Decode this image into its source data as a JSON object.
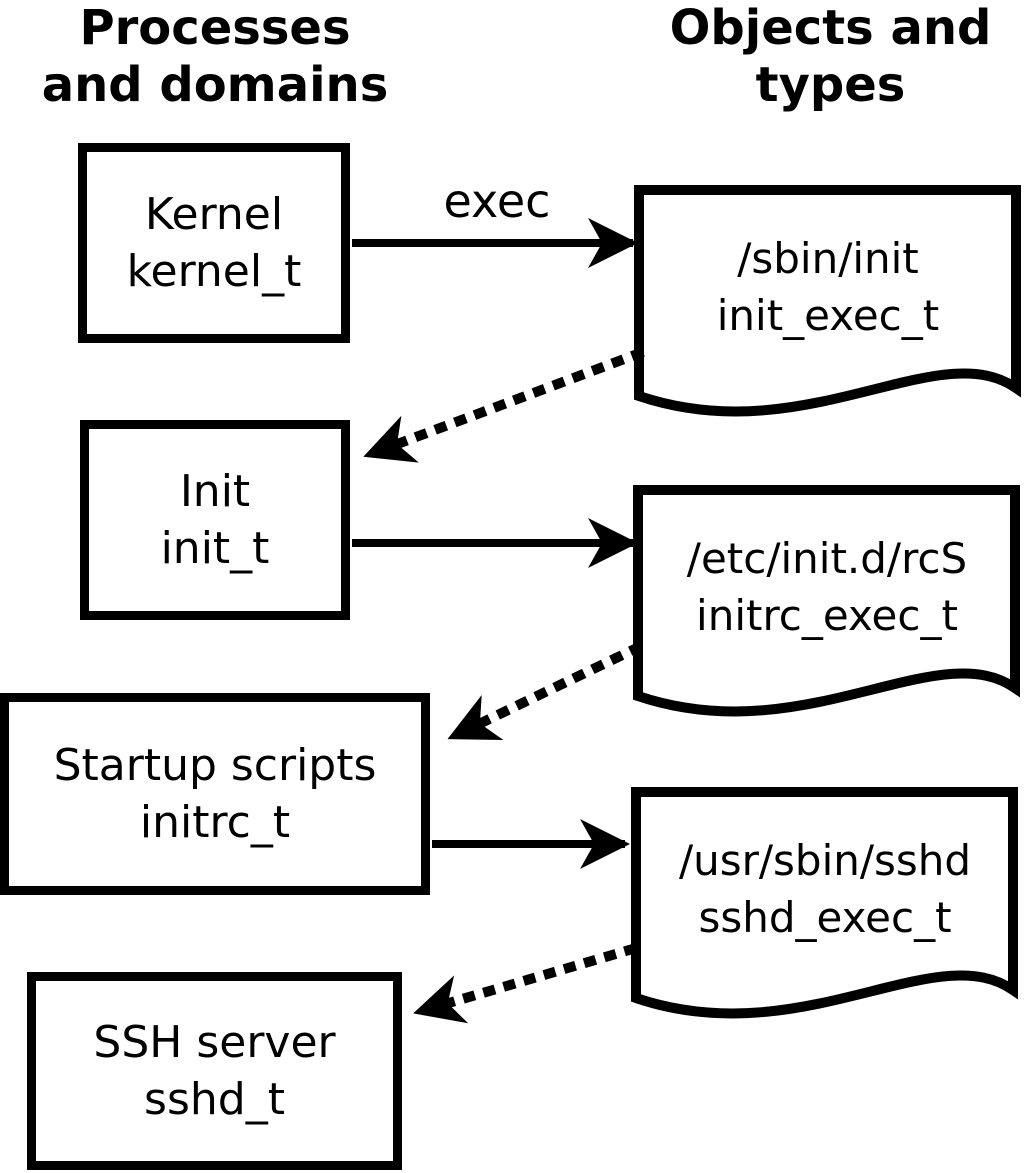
{
  "diagram": {
    "headers": {
      "left": {
        "line1": "Processes",
        "line2": "and domains"
      },
      "right": {
        "line1": "Objects and",
        "line2": "types"
      }
    },
    "processes": [
      {
        "name": "Kernel",
        "type": "kernel_t"
      },
      {
        "name": "Init",
        "type": "init_t"
      },
      {
        "name": "Startup scripts",
        "type": "initrc_t"
      },
      {
        "name": "SSH server",
        "type": "sshd_t"
      }
    ],
    "objects": [
      {
        "path": "/sbin/init",
        "type": "init_exec_t"
      },
      {
        "path": "/etc/init.d/rcS",
        "type": "initrc_exec_t"
      },
      {
        "path": "/usr/sbin/sshd",
        "type": "sshd_exec_t"
      }
    ],
    "edge_labels": {
      "exec": "exec"
    },
    "colors": {
      "line": "#000000",
      "background": "#ffffff"
    }
  }
}
